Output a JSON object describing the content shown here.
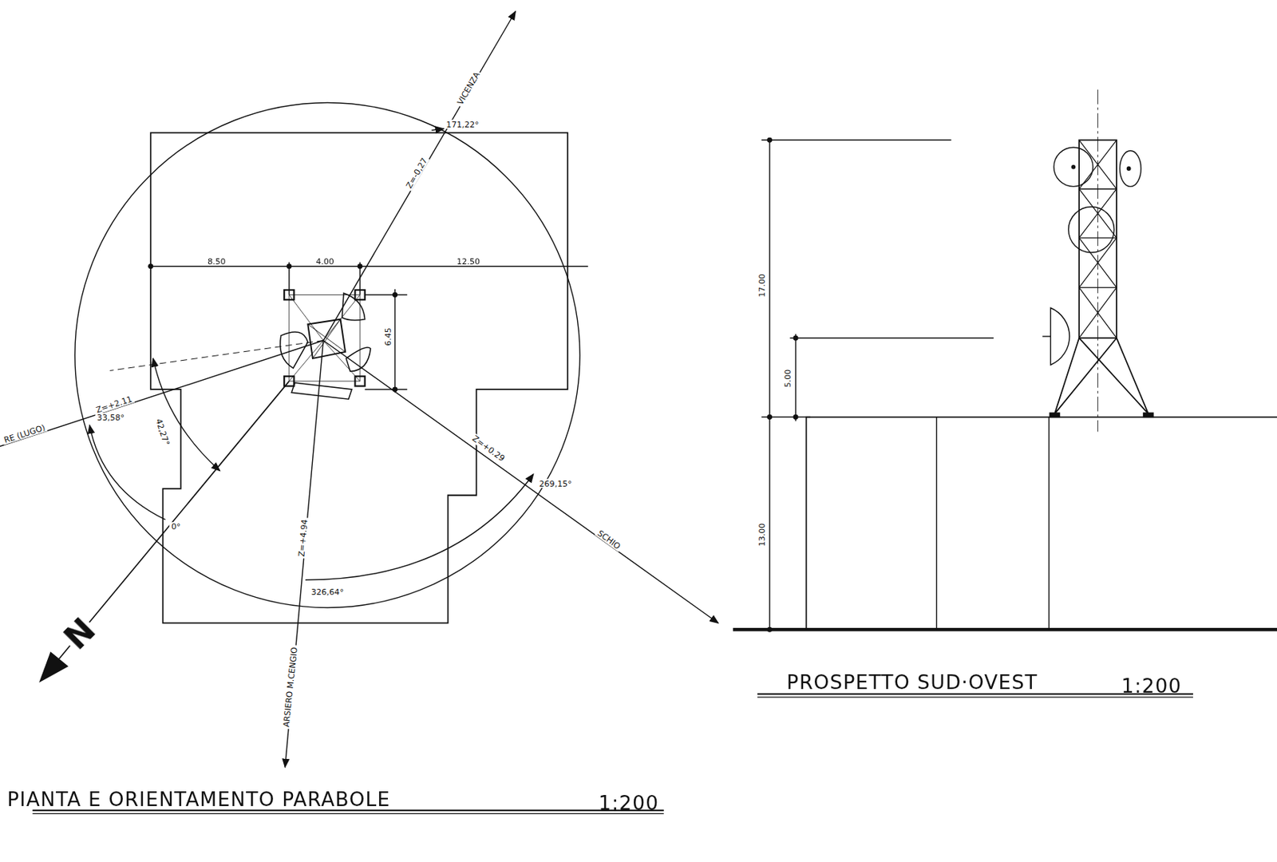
{
  "diagram": {
    "labels": [
      "VICENZA",
      "171,22°",
      "Z=-0,27",
      "8.50",
      "4.00",
      "12.50",
      "6.45",
      "Z=+2.11",
      "33,58°",
      "RE (LUGO)",
      "42,27°",
      "0°",
      "Z=+4.94",
      "ARSIERO M.CENGIO",
      "326,64°",
      "Z=+0.29",
      "269,15°",
      "SCHIO",
      "N",
      "PIANTA E ORIENTAMENTO PARABOLE",
      "1:200",
      "17.00",
      "5.00",
      "13.00",
      "PROSPETTO SUD·OVEST",
      "1:200"
    ]
  }
}
